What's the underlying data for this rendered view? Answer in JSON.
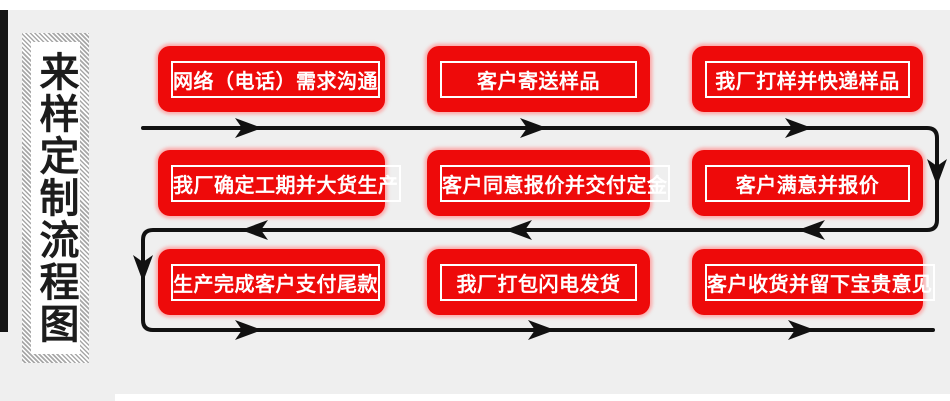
{
  "sidebar": {
    "title": "来样定制流程图"
  },
  "flow": {
    "rows": [
      {
        "boxes": [
          {
            "label": "网络（电话）需求沟通"
          },
          {
            "label": "客户寄送样品"
          },
          {
            "label": "我厂打样并快递样品"
          }
        ]
      },
      {
        "boxes": [
          {
            "label": "我厂确定工期并大货生产"
          },
          {
            "label": "客户同意报价并交付定金"
          },
          {
            "label": "客户满意并报价"
          }
        ]
      },
      {
        "boxes": [
          {
            "label": "生产完成客户支付尾款"
          },
          {
            "label": "我厂打包闪电发货"
          },
          {
            "label": "客户收货并留下宝贵意见"
          }
        ]
      }
    ]
  },
  "colors": {
    "background": "#efefef",
    "box_red": "#ee0a0a",
    "box_border": "#ffffff",
    "arrow": "#111111",
    "title_text": "#1c1c1c",
    "hatch": "#a8a8a8"
  }
}
